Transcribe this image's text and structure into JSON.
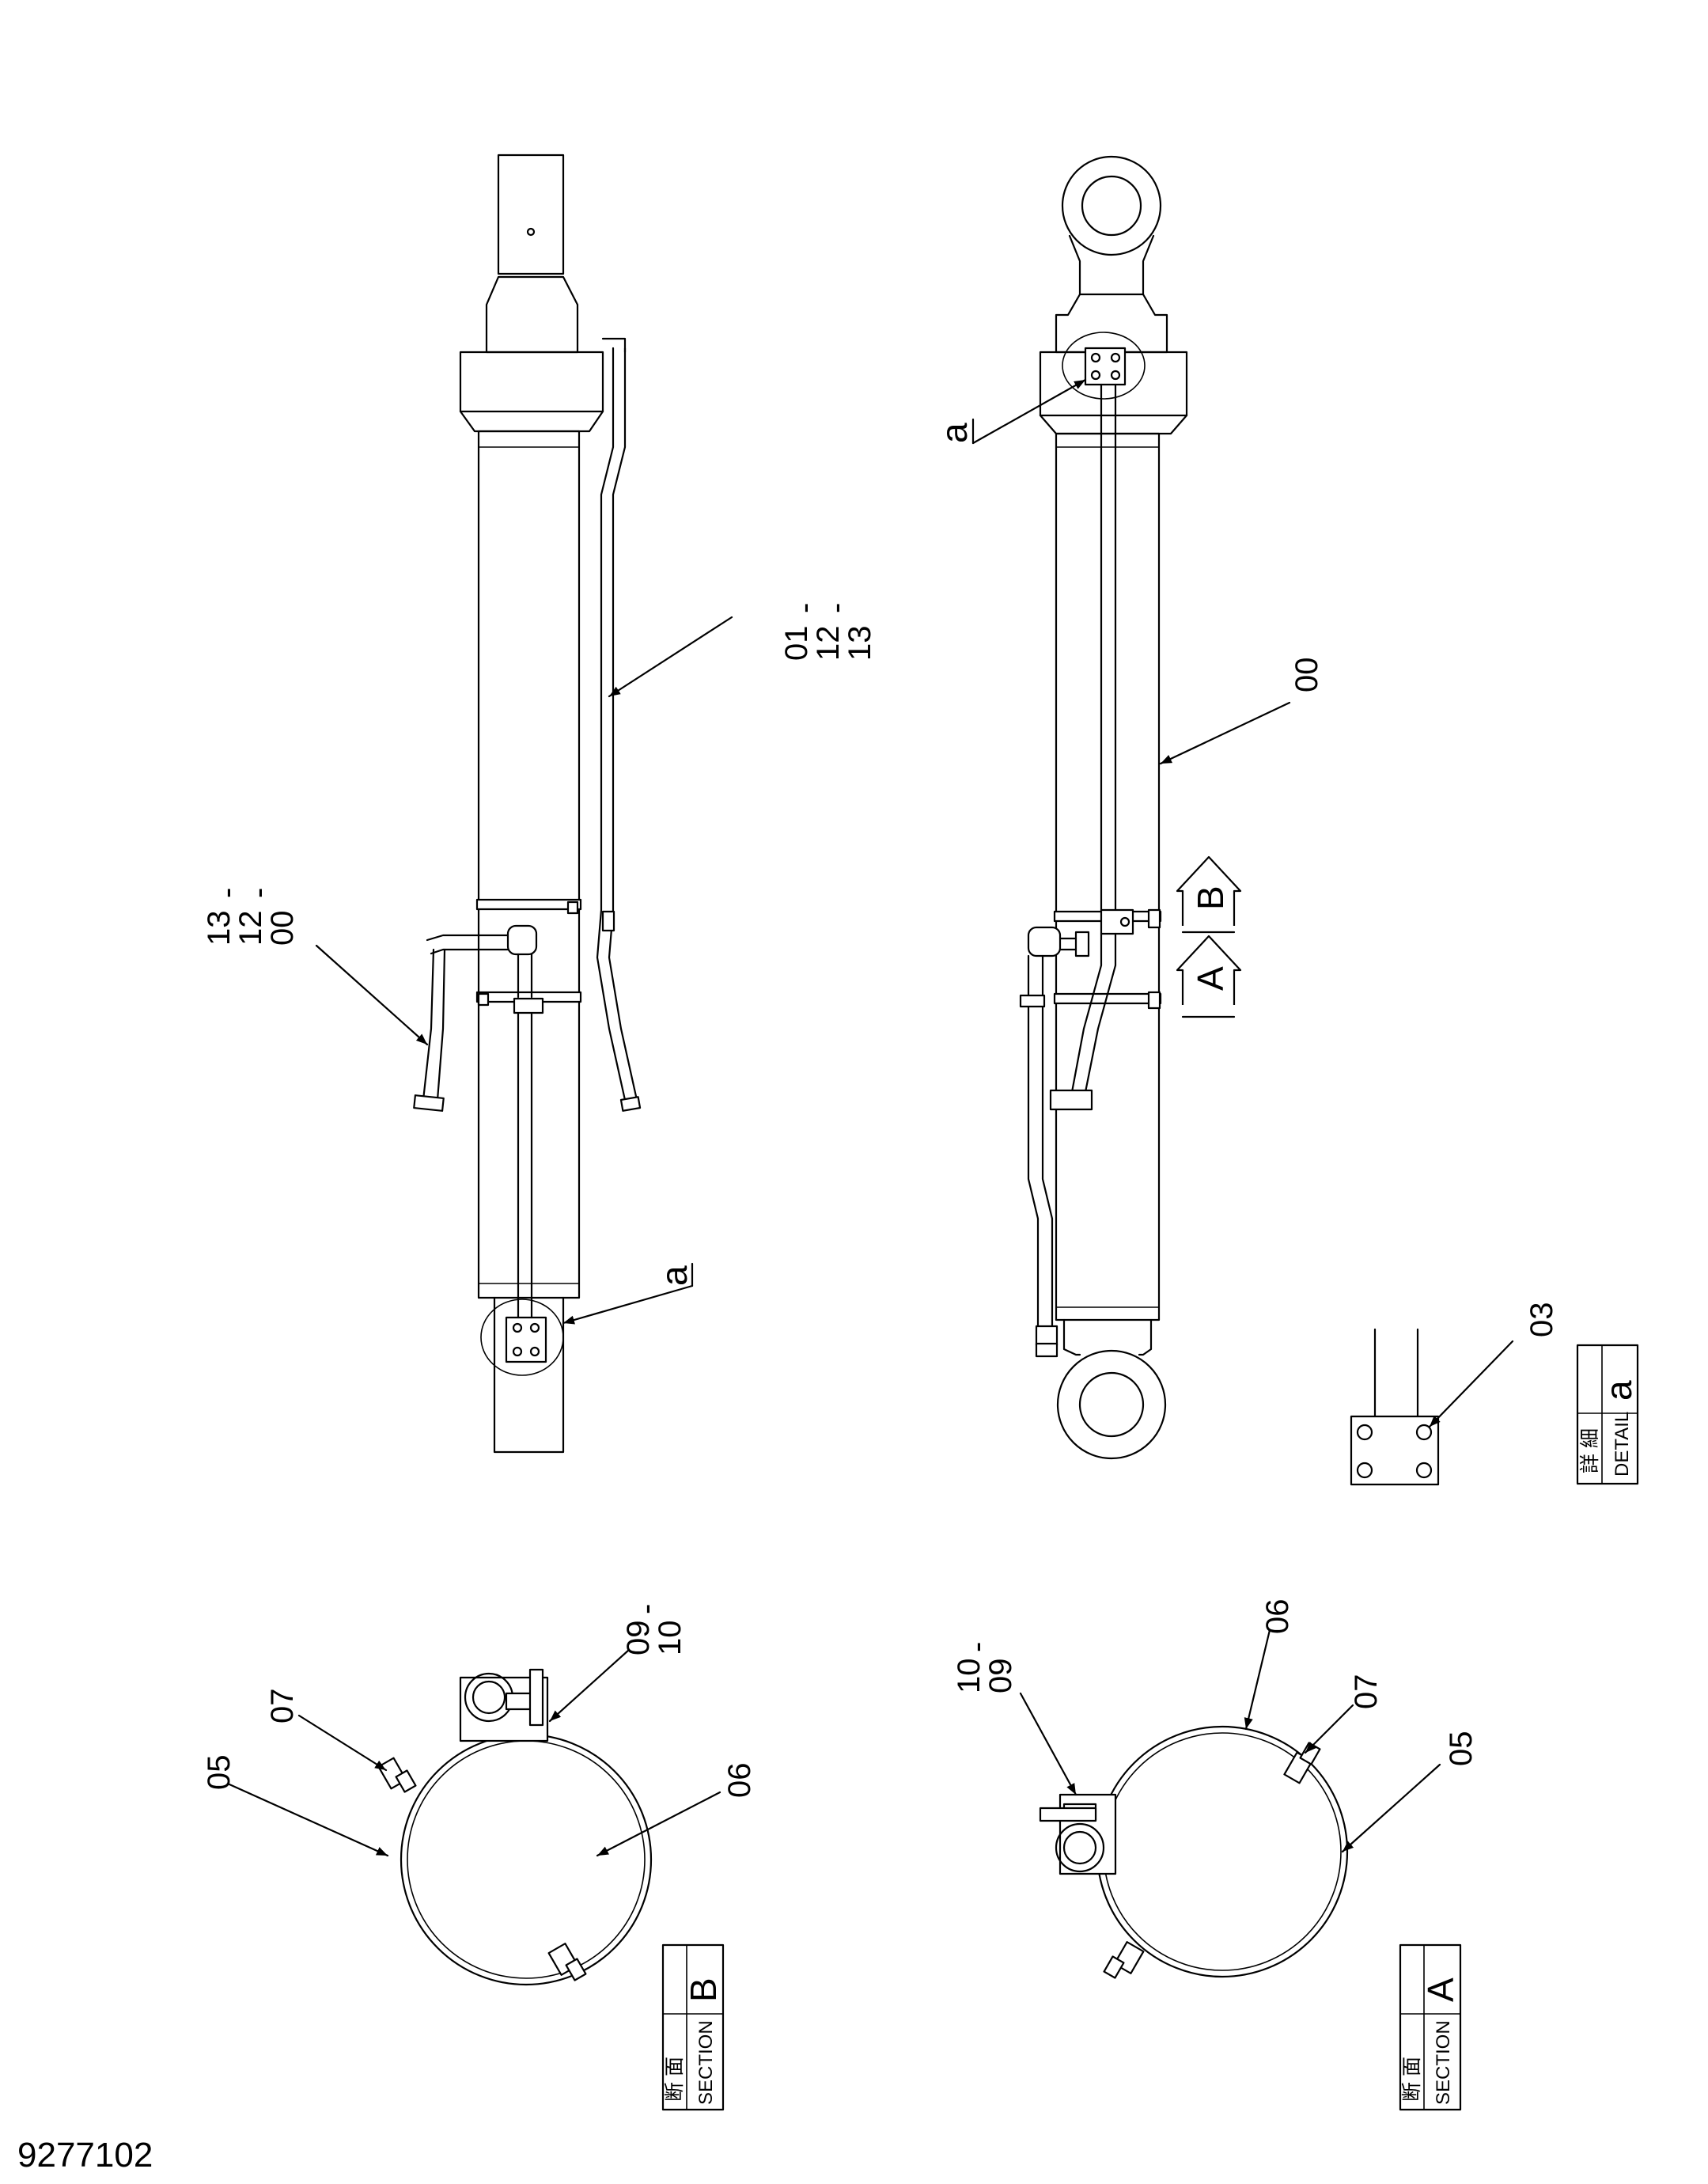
{
  "drawing_number": "9277102",
  "view_a_markers": [
    "a",
    "a"
  ],
  "left_view_callouts": {
    "hose_upper": [
      "01",
      "-",
      "12",
      "-",
      "13"
    ],
    "hose_lower": [
      "13",
      "-",
      "12",
      "-",
      "00"
    ]
  },
  "right_view_callouts": {
    "cylinder": "00"
  },
  "section_arrows": [
    "B",
    "A"
  ],
  "detail_a": {
    "callout": "03",
    "title_jp": "詳 細",
    "title_en": "DETAIL",
    "letter": "a"
  },
  "section_b": {
    "callouts": {
      "band_left": "05",
      "bolt": "07",
      "clamp": [
        "09",
        "-",
        "10"
      ],
      "band_right": "06"
    },
    "title_jp": "断 面",
    "title_en": "SECTION",
    "letter": "B"
  },
  "section_a": {
    "callouts": {
      "clamp": [
        "10",
        "-",
        "09"
      ],
      "band_top": "06",
      "bolt": "07",
      "band_right": "05"
    },
    "title_jp": "断 面",
    "title_en": "SECTION",
    "letter": "A"
  }
}
